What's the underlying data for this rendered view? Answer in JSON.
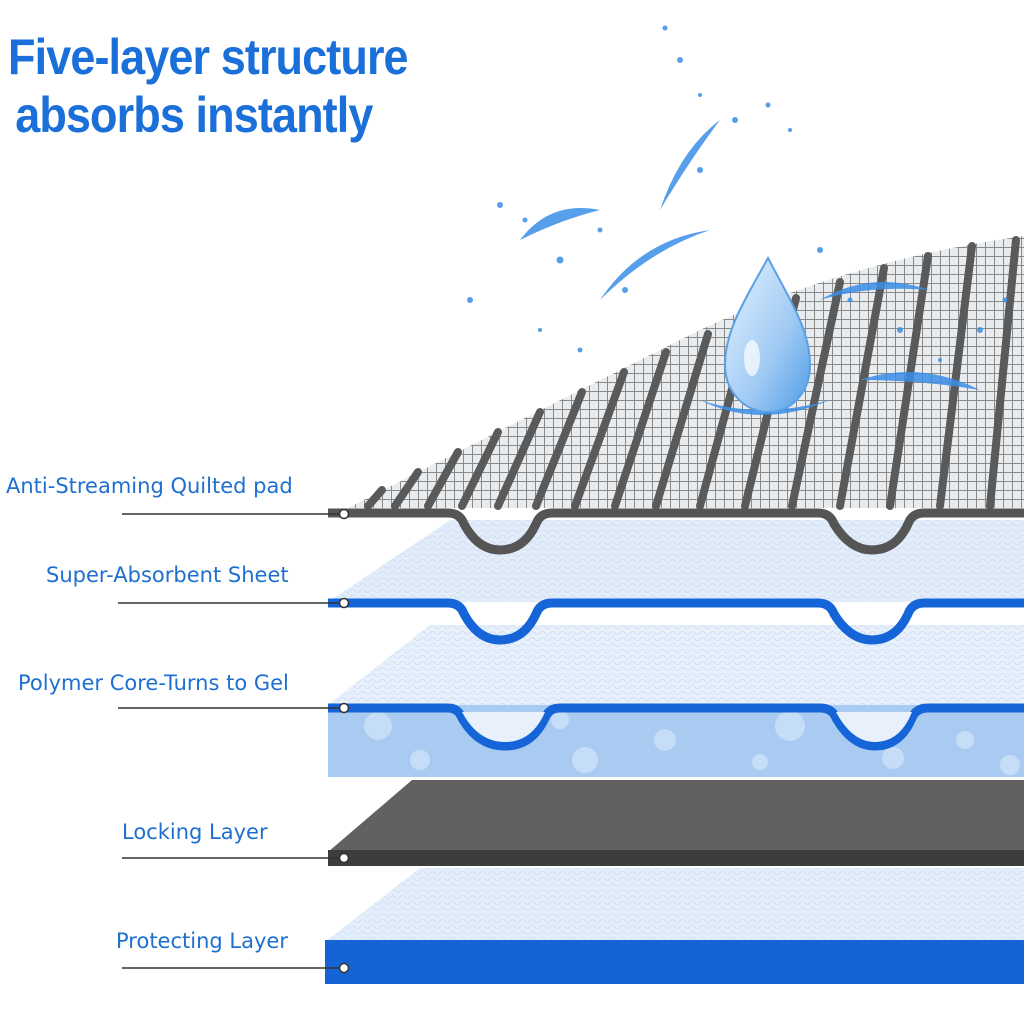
{
  "headline": {
    "line1": "Five-layer structure",
    "line2": "absorbs instantly"
  },
  "colors": {
    "headline": "#1a6fd9",
    "label": "#1e6fd0",
    "quilt_gray": "#5a5a5a",
    "absorbent_blue": "#1565d8",
    "polymer_light": "#a9cbf2",
    "locking_gray": "#5c5c5c",
    "protect_blue": "#1663d6",
    "water": "#3a8ee8"
  },
  "layers": [
    {
      "id": "quilted",
      "label": "Anti-Streaming Quilted pad"
    },
    {
      "id": "absorbent",
      "label": "Super-Absorbent Sheet"
    },
    {
      "id": "polymer",
      "label": "Polymer Core-Turns to Gel"
    },
    {
      "id": "locking",
      "label": "Locking Layer"
    },
    {
      "id": "protecting",
      "label": "Protecting Layer"
    }
  ]
}
